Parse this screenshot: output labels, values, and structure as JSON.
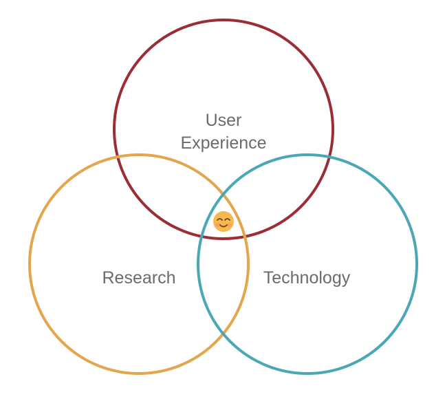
{
  "diagram": {
    "type": "venn",
    "sets": [
      {
        "id": "ux",
        "label_lines": [
          "User",
          "Experience"
        ],
        "stroke": "#9b2d35"
      },
      {
        "id": "research",
        "label_lines": [
          "Research"
        ],
        "stroke": "#e3a64c"
      },
      {
        "id": "technology",
        "label_lines": [
          "Technology"
        ],
        "stroke": "#4aa8b6"
      }
    ],
    "intersection_icon": "smiling-face-icon",
    "colors": {
      "text": "#6b6b6b",
      "background": "#ffffff",
      "emoji_face": "#f7b94e",
      "emoji_cheek": "#f48a72"
    }
  }
}
